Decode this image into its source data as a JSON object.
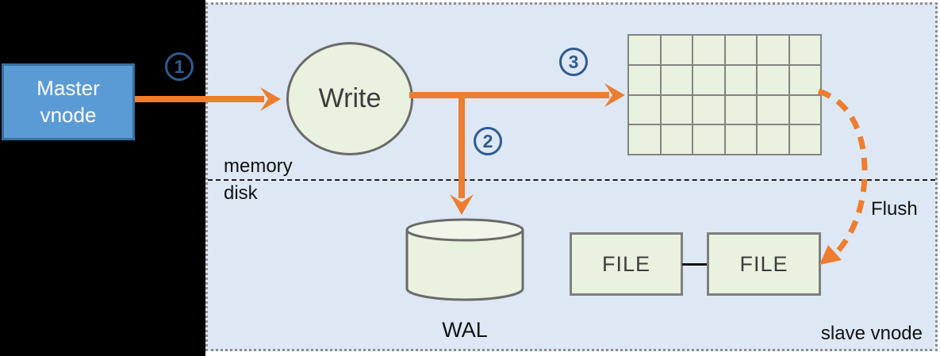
{
  "diagram": {
    "master_label": "Master vnode",
    "write_label": "Write",
    "wal_label": "WAL",
    "file_boxes": [
      "FILE",
      "FILE"
    ],
    "flush_label": "Flush",
    "memory_label": "memory",
    "disk_label": "disk",
    "slave_label": "slave vnode",
    "steps": [
      "1",
      "2",
      "3"
    ],
    "memtable_grid": {
      "rows": 4,
      "cols": 6
    },
    "colors": {
      "arrow_orange": "#ED7D31",
      "panel_bg": "#DEE8F4",
      "shape_fill": "#E9F1DF",
      "shape_border": "#7F7F7F",
      "master_fill": "#5B9BD5",
      "master_border": "#35719F",
      "step_circle_blue": "#2E5B8F",
      "backdrop_black": "#000000"
    }
  }
}
